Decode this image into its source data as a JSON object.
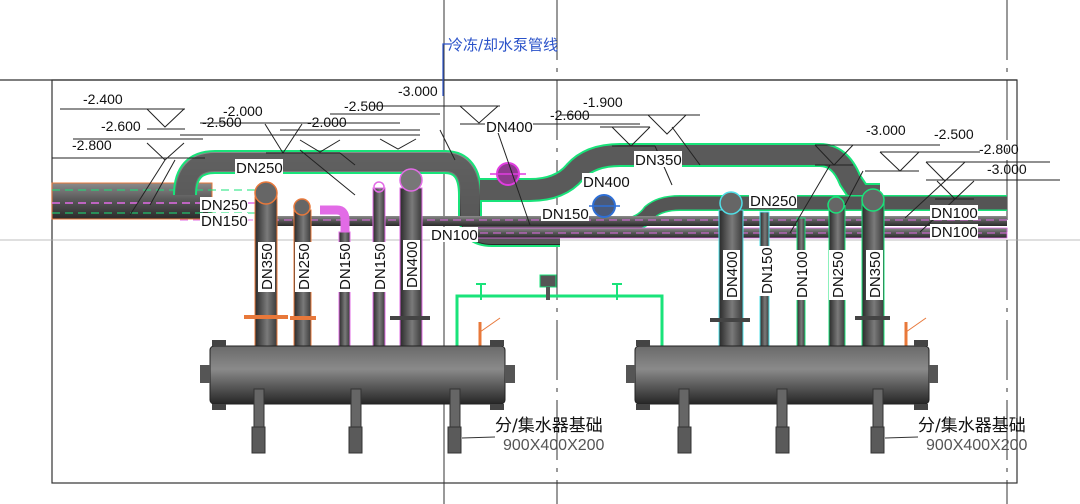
{
  "title_annotation": "冷冻/却水泵管线",
  "colors": {
    "pipe_outline_green": "#19e37a",
    "pipe_outline_orange": "#e8783a",
    "pipe_outline_magenta": "#e26be6",
    "pipe_outline_cyan": "#4fe0e8",
    "pipe_blue_marker": "#2e6fd6",
    "pipe_magenta_marker": "#c23cc8",
    "pipe_body": "#555555",
    "annotation_blue": "#2a52c9",
    "frame": "#333333"
  },
  "elevations": {
    "left": [
      "-2.400",
      "-2.600",
      "-2.800",
      "-2.000",
      "-2.500",
      "-2.000",
      "-2.500",
      "-3.000"
    ],
    "middle": [
      "-2.600",
      "-1.900"
    ],
    "right": [
      "-3.000",
      "-2.500",
      "-2.800",
      "-3.000"
    ]
  },
  "horizontal_pipe_labels": {
    "top_left": "DN250",
    "left_1": "DN250",
    "left_2": "DN150",
    "left_bottom": "DN100",
    "mid_top": "DN400",
    "mid_dn350": "DN350",
    "mid_dn400": "DN400",
    "mid_dn150": "DN150",
    "right_dn250": "DN250",
    "right_1": "DN100",
    "right_2": "DN100"
  },
  "left_riser_labels": [
    "DN350",
    "DN250",
    "DN150",
    "DN150",
    "DN400"
  ],
  "right_riser_labels": [
    "DN400",
    "DN150",
    "DN100",
    "DN250",
    "DN350"
  ],
  "manifolds": [
    {
      "name": "分/集水器基础",
      "size": "900X400X200"
    },
    {
      "name": "分/集水器基础",
      "size": "900X400X200"
    }
  ]
}
